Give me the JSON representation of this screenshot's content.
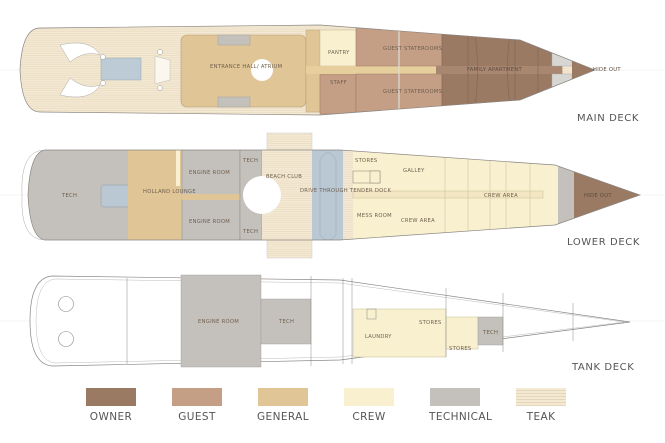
{
  "colors": {
    "owner": "#9b7a64",
    "guest": "#c49e85",
    "general": "#e0c597",
    "crew": "#f8f0cf",
    "technical": "#c4c1bc",
    "teak": "#f3e8d2",
    "water": "#b9c8d3",
    "outline": "#8a8580"
  },
  "decks": [
    {
      "title": "MAIN DECK",
      "rooms": {
        "entrance": "ENTRANCE HALL/ ATRIUM",
        "pantry": "PANTRY",
        "staff": "STAFF",
        "guest_top": "GUEST STATEROOMS",
        "guest_bottom": "GUEST STATEROOMS",
        "family": "FAMILY APARTMENT",
        "hideout": "HIDE OUT"
      }
    },
    {
      "title": "LOWER DECK",
      "rooms": {
        "tech_aft": "TECH",
        "holland": "HOLLAND LOUNGE",
        "engine_top": "ENGINE ROOM",
        "engine_bottom": "ENGINE ROOM",
        "tech_top": "TECH",
        "tech_bottom": "TECH",
        "beach": "BEACH CLUB",
        "tender": "DRIVE THROUGH TENDER DOCK",
        "stores": "STORES",
        "galley": "GALLEY",
        "mess": "MESS ROOM",
        "crew_lower": "CREW AREA",
        "crew_main": "CREW AREA",
        "hideout": "HIDE OUT"
      }
    },
    {
      "title": "TANK DECK",
      "rooms": {
        "engine": "ENGINE ROOM",
        "tech": "TECH",
        "stores_top": "STORES",
        "laundry": "LAUNDRY",
        "stores_bottom": "STORES",
        "tech_fwd": "TECH"
      }
    }
  ],
  "legend": [
    {
      "label": "OWNER",
      "color": "#9b7a64"
    },
    {
      "label": "GUEST",
      "color": "#c49e85"
    },
    {
      "label": "GENERAL",
      "color": "#e0c597"
    },
    {
      "label": "CREW",
      "color": "#f8f0cf"
    },
    {
      "label": "TECHNICAL",
      "color": "#c4c1bc"
    },
    {
      "label": "TEAK",
      "color": "#f3e8d2"
    }
  ]
}
